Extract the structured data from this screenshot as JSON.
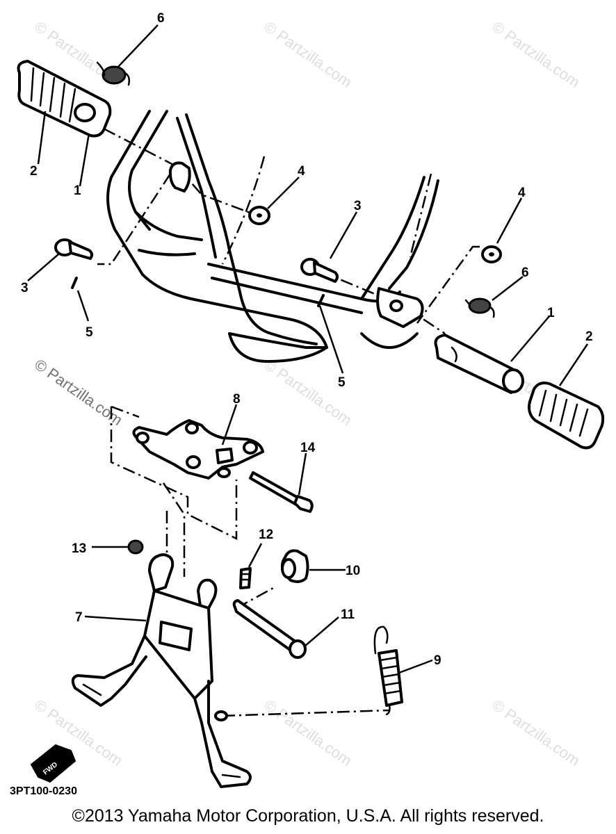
{
  "callouts": [
    "6",
    "2",
    "1",
    "4",
    "3",
    "4",
    "3",
    "5",
    "6",
    "5",
    "1",
    "2",
    "8",
    "14",
    "13",
    "12",
    "10",
    "7",
    "11",
    "9"
  ],
  "watermark": "© Partzilla.com",
  "diagram_code": "3PT100-0230",
  "fwd_icon": "fwd-arrow-icon",
  "copyright": "©2013 Yamaha Motor Corporation, U.S.A. All rights reserved."
}
